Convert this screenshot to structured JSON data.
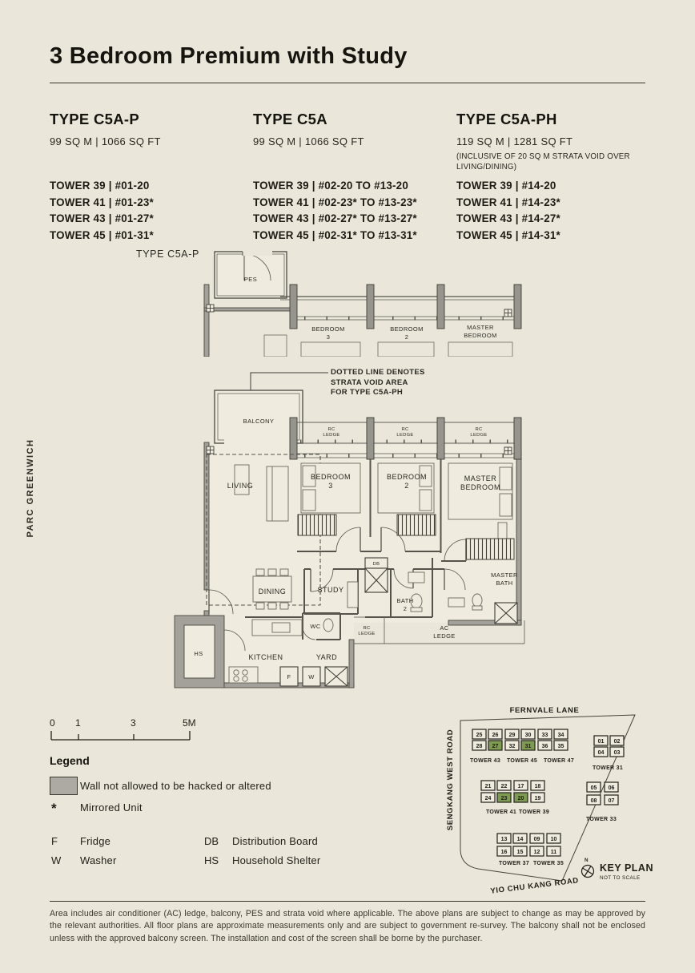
{
  "page": {
    "title": "3 Bedroom Premium with Study",
    "project": "PARC GREENWICH",
    "disclaimer": "Area includes air conditioner (AC) ledge, balcony, PES and strata void where applicable. The above plans are subject to change as may be approved by the relevant authorities. All floor plans are approximate measurements only and are subject to government re-survey. The balcony shall not be enclosed unless with the approved balcony screen. The installation and cost of the screen shall be borne by the purchaser."
  },
  "types": [
    {
      "name": "TYPE C5A-P",
      "area": "99 SQ M | 1066 SQ FT",
      "note": "",
      "units": [
        "TOWER 39 | #01-20",
        "TOWER 41 | #01-23*",
        "TOWER 43 | #01-27*",
        "TOWER 45 | #01-31*"
      ]
    },
    {
      "name": "TYPE C5A",
      "area": "99 SQ M | 1066 SQ FT",
      "note": "",
      "units": [
        "TOWER 39 | #02-20 TO #13-20",
        "TOWER 41 | #02-23* TO #13-23*",
        "TOWER 43 | #02-27* TO #13-27*",
        "TOWER 45 | #02-31* TO #13-31*"
      ]
    },
    {
      "name": "TYPE C5A-PH",
      "area": "119 SQ M | 1281 SQ FT",
      "note": "(INCLUSIVE OF 20 SQ M STRATA VOID OVER LIVING/DINING)",
      "units": [
        "TOWER 39 | #14-20",
        "TOWER 41 | #14-23*",
        "TOWER 43 | #14-27*",
        "TOWER 45 | #14-31*"
      ]
    }
  ],
  "plan": {
    "variant_label": "TYPE C5A-P",
    "annotation": [
      "DOTTED LINE DENOTES",
      "STRATA VOID AREA",
      "FOR TYPE C5A-PH"
    ],
    "rooms": {
      "pes": "PES",
      "balcony": "BALCONY",
      "living": "LIVING",
      "dining": "DINING",
      "study": "STUDY",
      "kitchen": "KITCHEN",
      "yard": "YARD",
      "wc": "WC",
      "hs": "HS",
      "db": "DB",
      "f": "F",
      "w": "W",
      "bath2": [
        "BATH",
        "2"
      ],
      "master_bath": [
        "MASTER",
        "BATH"
      ],
      "master_bedroom": [
        "MASTER",
        "BEDROOM"
      ],
      "bedroom2": [
        "BEDROOM",
        "2"
      ],
      "bedroom3": [
        "BEDROOM",
        "3"
      ],
      "rc_ledge": [
        "RC",
        "LEDGE"
      ],
      "ac_ledge": [
        "AC",
        "LEDGE"
      ]
    }
  },
  "scalebar": {
    "labels": [
      "0",
      "1",
      "3",
      "5M"
    ]
  },
  "legend": {
    "heading": "Legend",
    "wall": "Wall not allowed to be hacked or altered",
    "mirrored_symbol": "*",
    "mirrored": "Mirrored Unit",
    "abbr": [
      {
        "k": "F",
        "v": "Fridge"
      },
      {
        "k": "W",
        "v": "Washer"
      },
      {
        "k": "DB",
        "v": "Distribution Board"
      },
      {
        "k": "HS",
        "v": "Household Shelter"
      }
    ]
  },
  "keyplan": {
    "title": "KEY PLAN",
    "subtitle": "NOT TO SCALE",
    "north": "N",
    "roads": {
      "top": "FERNVALE LANE",
      "left": "SENGKANG WEST ROAD",
      "bottom": "YIO CHU KANG ROAD"
    },
    "highlight_color": "#7E9B52",
    "clusters": [
      {
        "rows": [
          [
            "25",
            "26",
            "29",
            "30",
            "33",
            "34"
          ],
          [
            "28",
            "27",
            "32",
            "31",
            "36",
            "35"
          ]
        ],
        "highlight": [
          "27",
          "31"
        ],
        "labels": [
          "TOWER 43",
          "TOWER 45",
          "TOWER 47"
        ]
      },
      {
        "rows": [
          [
            "01",
            "02"
          ],
          [
            "04",
            "03"
          ]
        ],
        "highlight": [],
        "labels": [
          "TOWER 31"
        ]
      },
      {
        "rows": [
          [
            "21",
            "22",
            "17",
            "18"
          ],
          [
            "24",
            "23",
            "20",
            "19"
          ]
        ],
        "highlight": [
          "23",
          "20"
        ],
        "labels": [
          "TOWER 41",
          "TOWER 39"
        ]
      },
      {
        "rows": [
          [
            "05",
            "06"
          ],
          [
            "08",
            "07"
          ]
        ],
        "highlight": [],
        "labels": [
          "TOWER 33"
        ]
      },
      {
        "rows": [
          [
            "13",
            "14",
            "09",
            "10"
          ],
          [
            "16",
            "15",
            "12",
            "11"
          ]
        ],
        "highlight": [],
        "labels": [
          "TOWER 37",
          "TOWER 35"
        ]
      }
    ]
  }
}
